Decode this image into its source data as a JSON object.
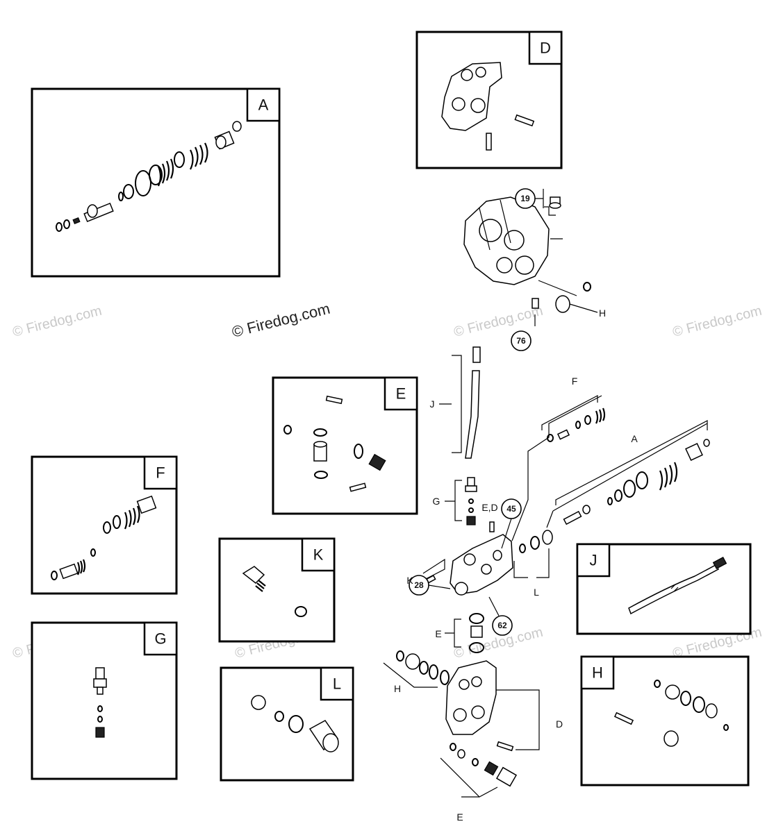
{
  "watermark": {
    "main_text": "© Firedog.com",
    "faint_text": "© Firedog.com"
  },
  "detail_boxes": [
    {
      "letter": "A"
    },
    {
      "letter": "D"
    },
    {
      "letter": "E"
    },
    {
      "letter": "F"
    },
    {
      "letter": "K"
    },
    {
      "letter": "J"
    },
    {
      "letter": "G"
    },
    {
      "letter": "L"
    },
    {
      "letter": "H"
    }
  ],
  "callouts": [
    {
      "number": "19"
    },
    {
      "number": "76"
    },
    {
      "number": "45"
    },
    {
      "number": "28"
    },
    {
      "number": "62"
    }
  ],
  "reference_labels": {
    "H_top": "H",
    "J": "J",
    "F": "F",
    "A": "A",
    "G": "G",
    "ED": "E,D",
    "K": "K",
    "L": "L",
    "E_mid": "E",
    "H_bottom": "H",
    "D": "D",
    "E_bottom": "E"
  }
}
